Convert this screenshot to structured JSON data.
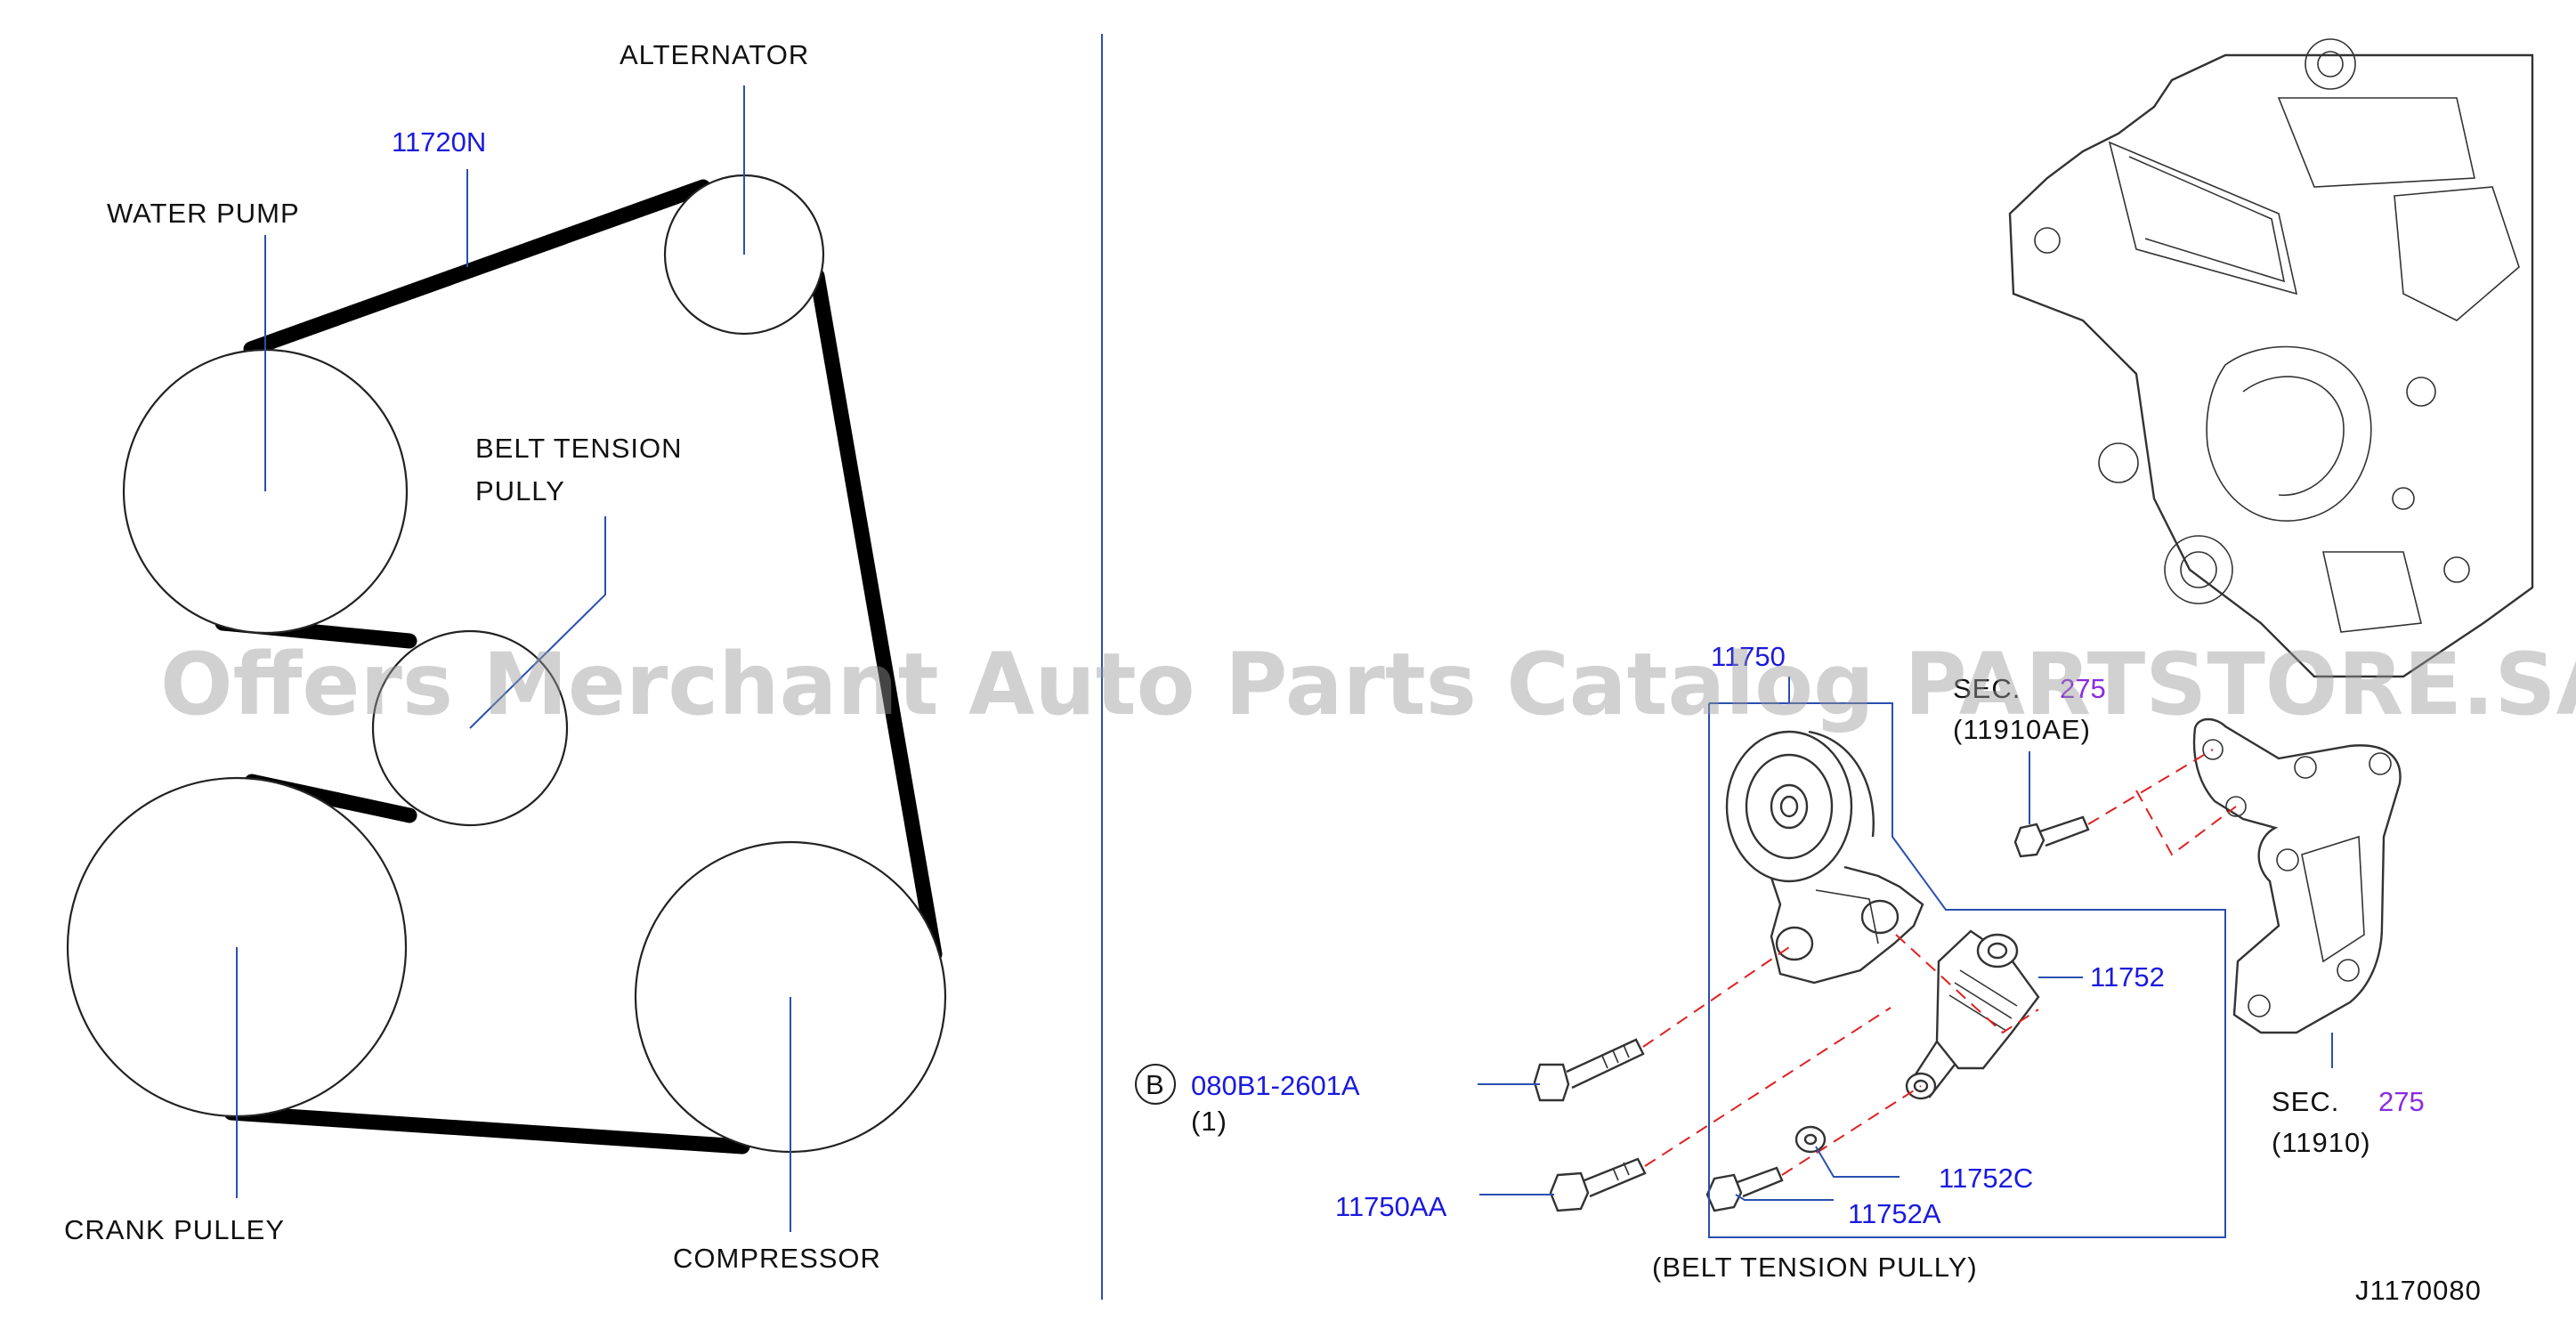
{
  "labels": {
    "alternator": "ALTERNATOR",
    "belt_part": "11720N",
    "water_pump": "WATER   PUMP",
    "belt_tension_1": "BELT   TENSION",
    "belt_tension_2": "PULLY",
    "crank_pulley": "CRANK   PULLEY",
    "compressor": "COMPRESSOR"
  },
  "parts": {
    "tension_assembly": "11750",
    "tensioner_12": "11752",
    "bolt_circle_letter": "B",
    "bolt_number": "080B1-2601A",
    "bolt_qty": "(1)",
    "bolt_aa": "11750AA",
    "washer_c": "11752C",
    "bolt_a": "11752A",
    "box_caption": "(BELT   TENSION   PULLY)"
  },
  "sections": {
    "sec_upper_label": "SEC.",
    "sec_upper_num": "275",
    "sec_upper_part": "(11910AE)",
    "sec_lower_label": "SEC.",
    "sec_lower_num": "275",
    "sec_lower_part": "(11910)"
  },
  "drawing_id": "J1170080",
  "watermark": "Offers Merchant Auto Parts Catalog PARTSTORE.SA",
  "colors": {
    "part_number": "#1a1adf",
    "section_number": "#8a2be2",
    "leader": "#2a4fb0",
    "dashed_guide": "#e02020",
    "belt": "#000000"
  }
}
